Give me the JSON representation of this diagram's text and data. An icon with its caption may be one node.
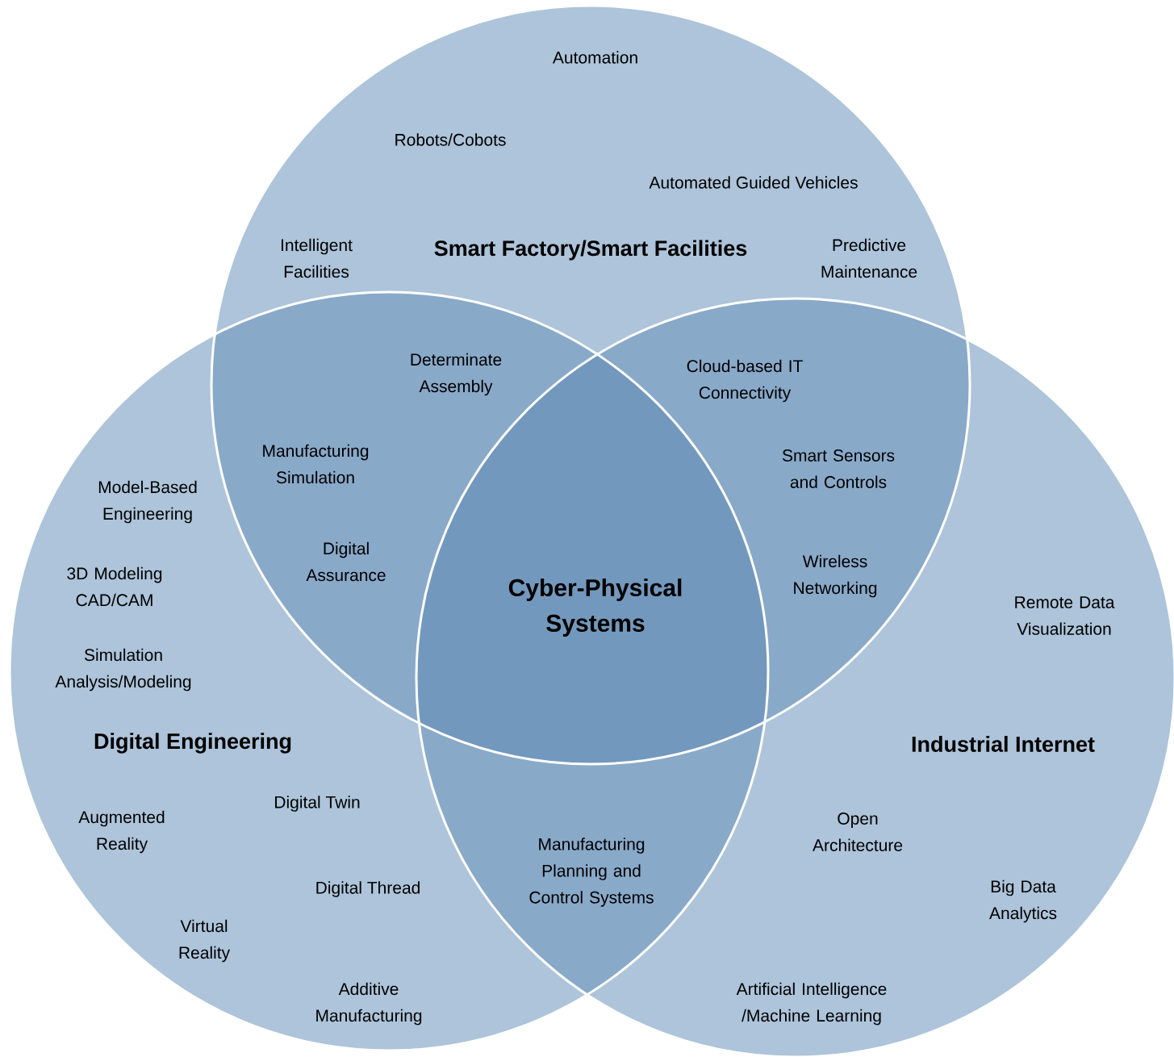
{
  "diagram": {
    "nodes": [
      {
        "text": [
          "Smart Factory/Smart Facilities"
        ]
      },
      {
        "text": [
          "Digital Engineering"
        ]
      },
      {
        "text": [
          "Industrial Internet"
        ]
      }
    ],
    "labels": [
      "Automation",
      "Robots/Cobots",
      "Automated Guided Vehicles",
      "Intelligent Facilities",
      "Predictive Maintenance",
      "Determinate Assembly",
      "Cloud-based IT Connectivity",
      "Manufacturing Simulation",
      "Smart Sensors and Controls",
      "Model-Based Engineering",
      "3D Modeling CAD/CAM",
      "Digital Assurance",
      "Wireless Networking",
      "Cyber-Physical Systems",
      "Remote Data Visualization",
      "Simulation Analysis/Modeling",
      "Digital Twin",
      "Augmented Reality",
      "Manufacturing Planning and Control Systems",
      "Open Architecture",
      "Digital Thread",
      "Big Data Analytics",
      "Virtual Reality",
      "Additive Manufacturing",
      "Artificial Intelligence /Machine Learning"
    ]
  }
}
